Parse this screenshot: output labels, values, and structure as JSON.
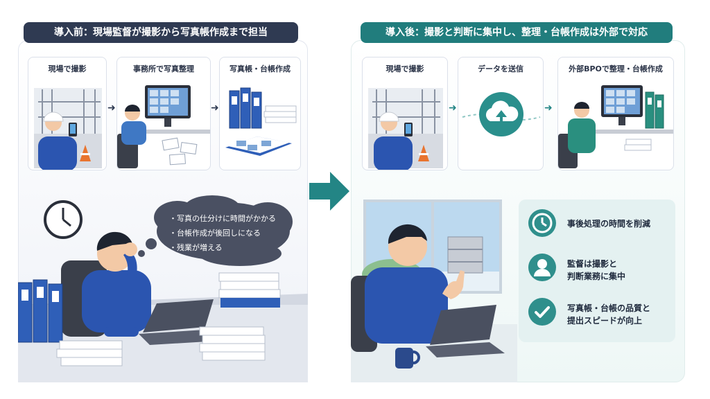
{
  "before": {
    "title": "導入前：現場監督が撮影から写真帳作成まで担当",
    "steps": [
      "現場で撮影",
      "事務所で写真整理",
      "写真帳・台帳作成"
    ],
    "problems": [
      "・写真の仕分けに時間がかかる",
      "・台帳作成が後回しになる",
      "・残業が増える"
    ]
  },
  "after": {
    "title": "導入後：撮影と判断に集中し、整理・台帳作成は外部で対応",
    "steps": [
      "現場で撮影",
      "データを送信",
      "外部BPOで整理・台帳作成"
    ],
    "benefits": [
      {
        "icon": "clock-icon",
        "text": "事後処理の時間を削減"
      },
      {
        "icon": "person-icon",
        "text": "監督は撮影と\n判断業務に集中"
      },
      {
        "icon": "check-icon",
        "text": "写真帳・台帳の品質と\n提出スピードが向上"
      }
    ]
  },
  "colors": {
    "navy": "#2f3a52",
    "teal": "#217d7d",
    "worker_blue": "#2b55b0"
  }
}
